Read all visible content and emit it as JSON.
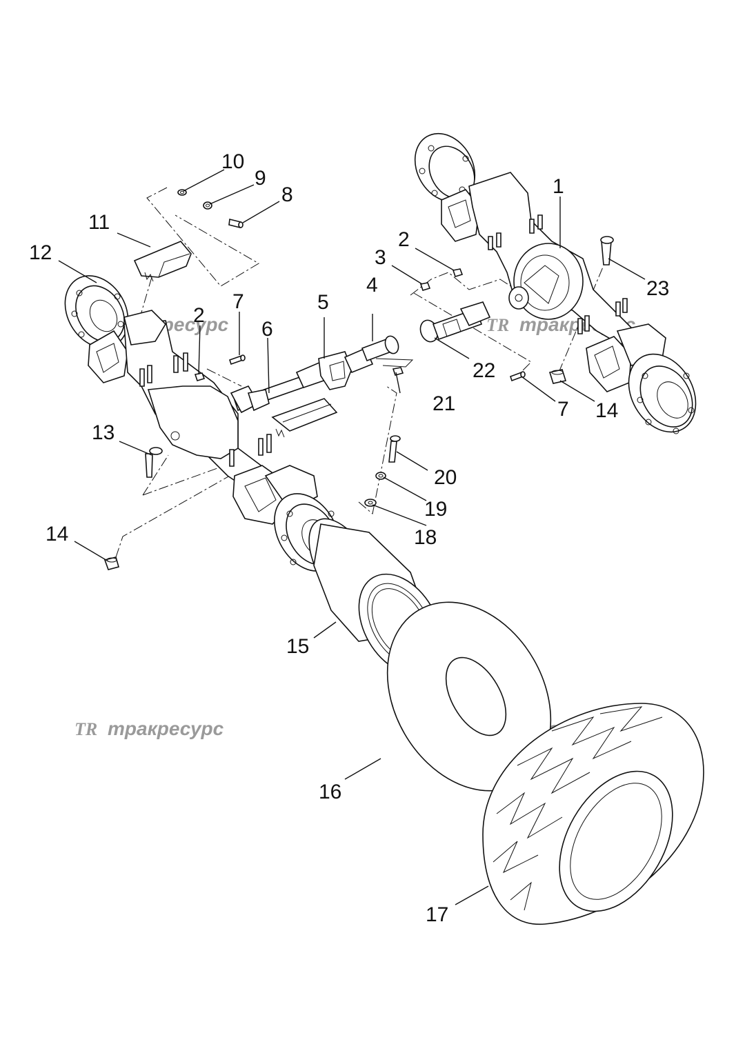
{
  "callouts": [
    {
      "id": "1",
      "label": "1"
    },
    {
      "id": "2a",
      "label": "2"
    },
    {
      "id": "2b",
      "label": "2"
    },
    {
      "id": "3",
      "label": "3"
    },
    {
      "id": "4",
      "label": "4"
    },
    {
      "id": "5",
      "label": "5"
    },
    {
      "id": "6",
      "label": "6"
    },
    {
      "id": "7a",
      "label": "7"
    },
    {
      "id": "7b",
      "label": "7"
    },
    {
      "id": "8",
      "label": "8"
    },
    {
      "id": "9",
      "label": "9"
    },
    {
      "id": "10",
      "label": "10"
    },
    {
      "id": "11",
      "label": "11"
    },
    {
      "id": "12",
      "label": "12"
    },
    {
      "id": "13",
      "label": "13"
    },
    {
      "id": "14a",
      "label": "14"
    },
    {
      "id": "14b",
      "label": "14"
    },
    {
      "id": "15",
      "label": "15"
    },
    {
      "id": "16",
      "label": "16"
    },
    {
      "id": "17",
      "label": "17"
    },
    {
      "id": "18",
      "label": "18"
    },
    {
      "id": "19",
      "label": "19"
    },
    {
      "id": "20",
      "label": "20"
    },
    {
      "id": "21",
      "label": "21"
    },
    {
      "id": "22",
      "label": "22"
    },
    {
      "id": "23",
      "label": "23"
    }
  ],
  "watermark": {
    "logo": "TR",
    "text": "тракресурс"
  }
}
